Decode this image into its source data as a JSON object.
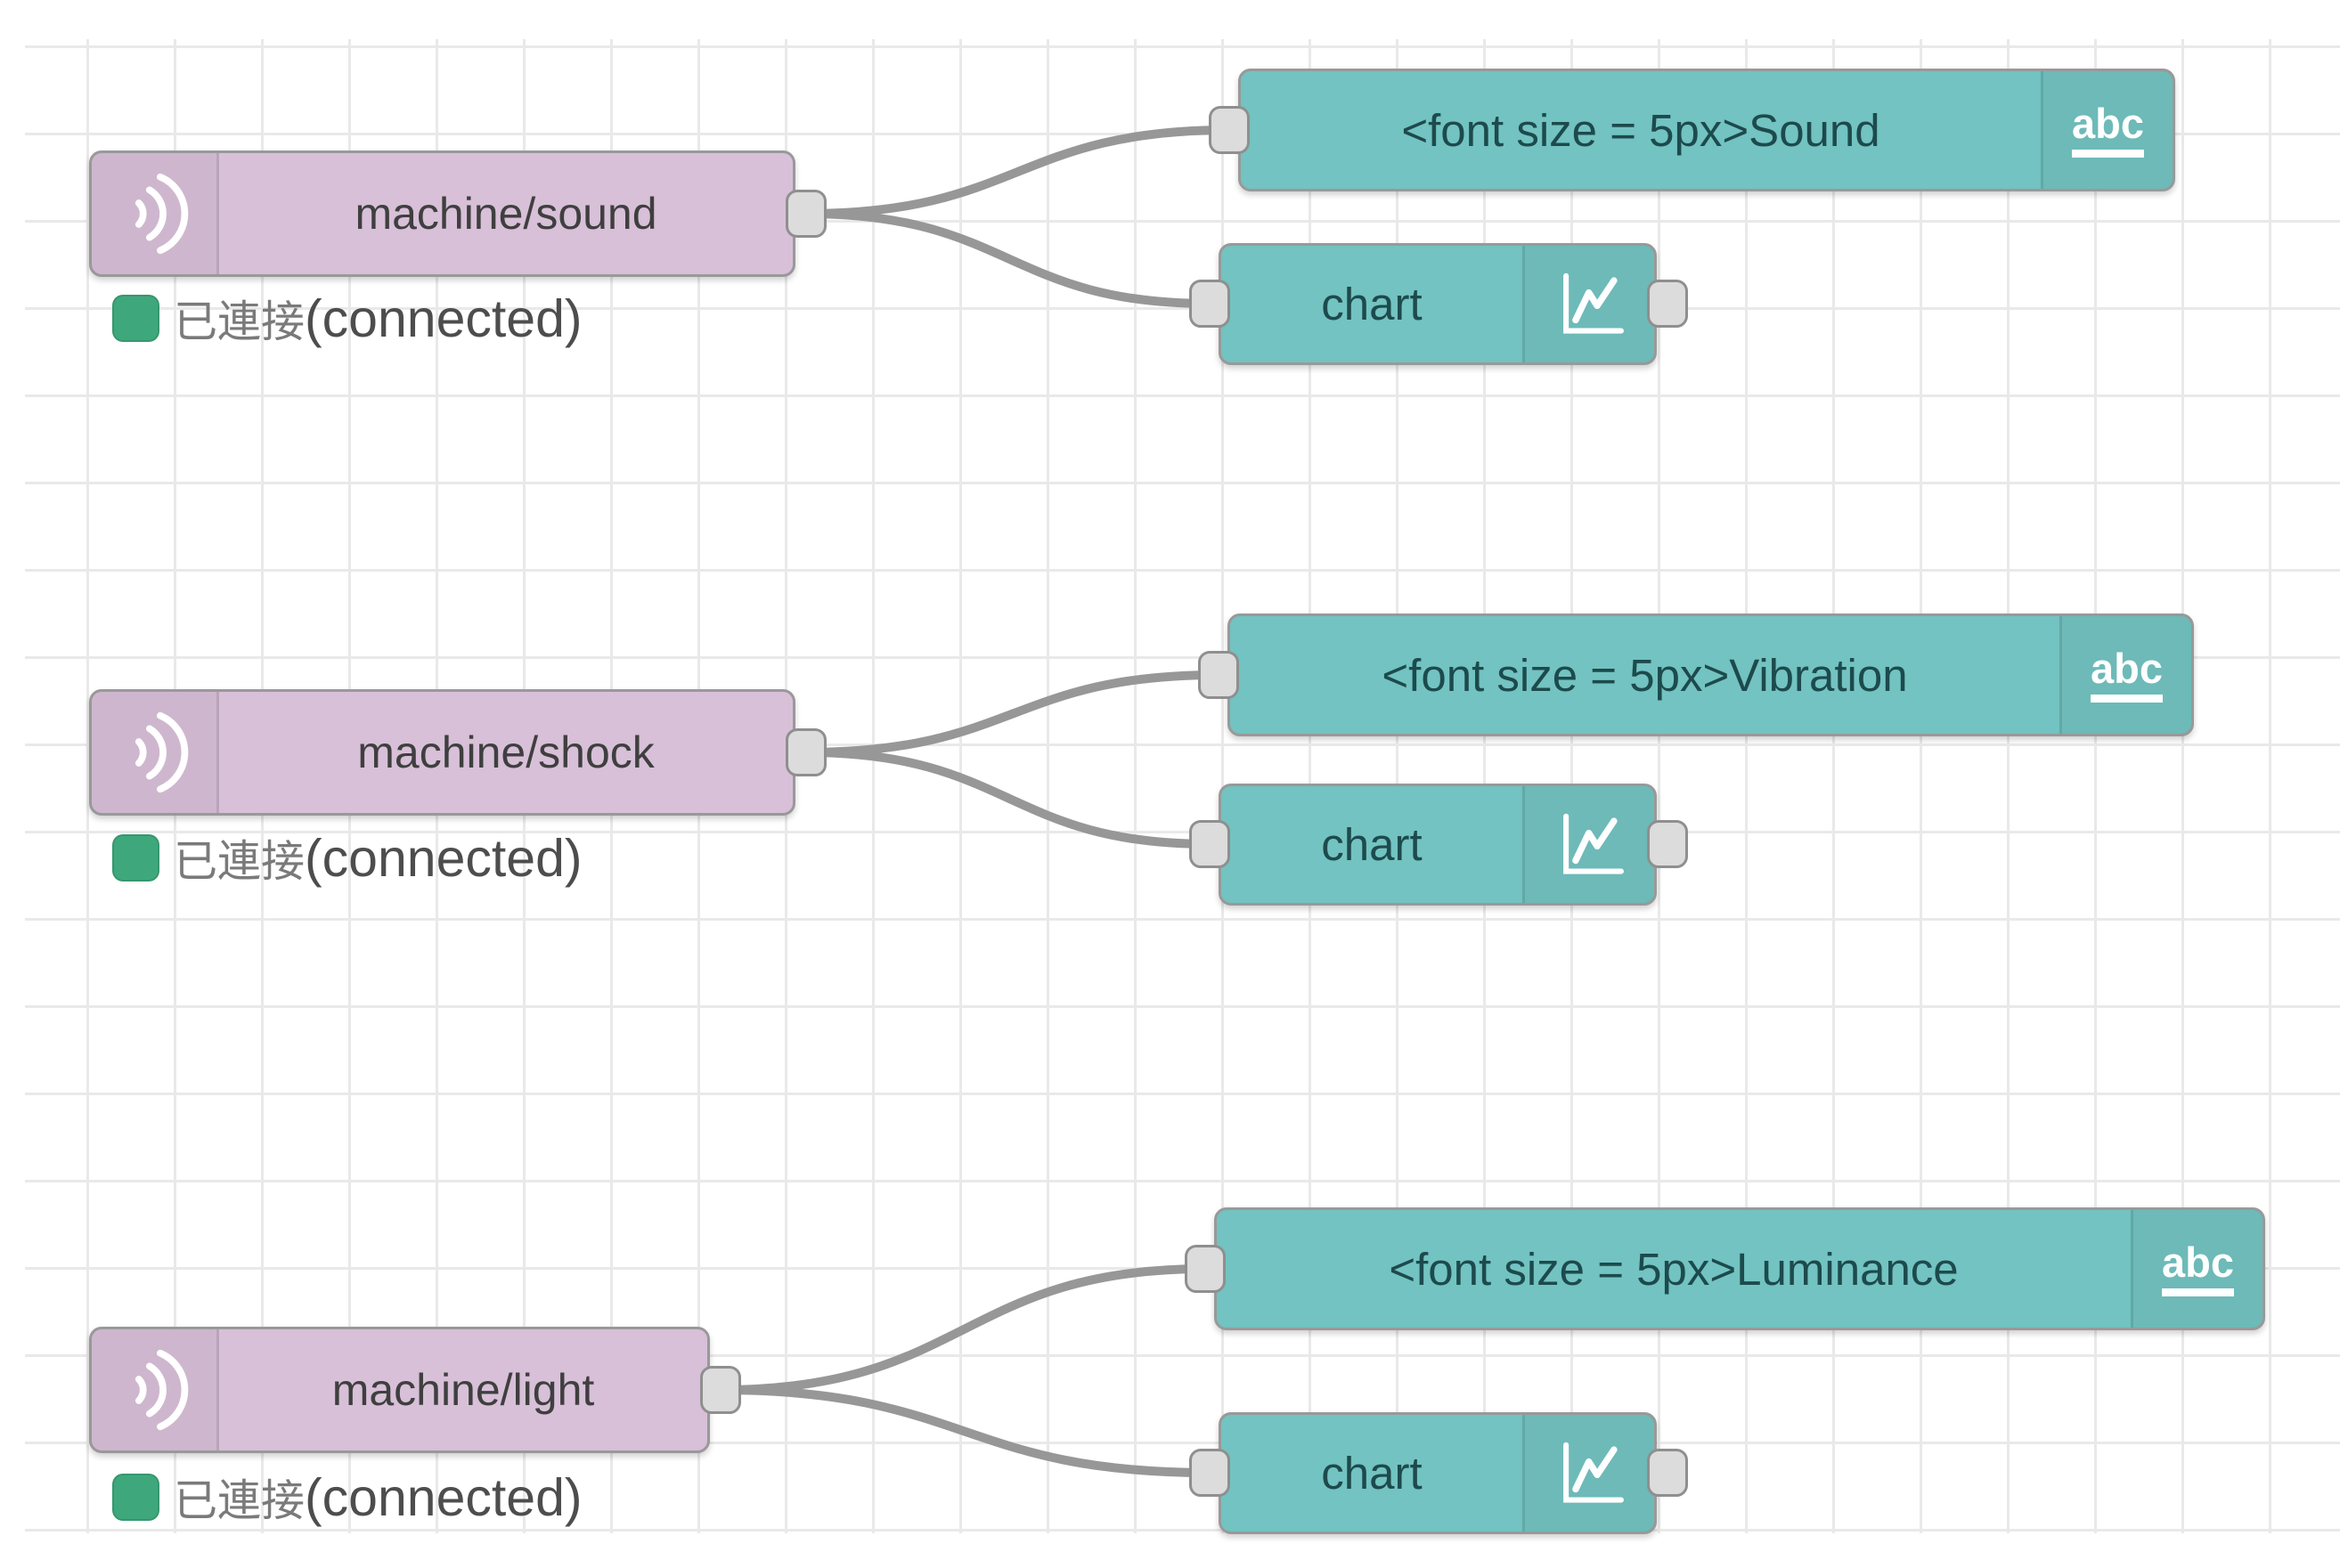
{
  "canvas": {
    "editor": "Node-RED flow editor",
    "colors": {
      "mqtt_fill": "#d8c0d8",
      "widget_fill": "#72c3c1",
      "node_border": "#999999",
      "wire": "#979797",
      "port_fill": "#dcdcdc",
      "port_border": "#8f8f8f",
      "status_green": "#3ea87c",
      "grid_line": "#e9e9e9",
      "canvas_bg": "#ffffff"
    }
  },
  "icons": {
    "mqtt": "signal-waves-icon",
    "text_widget": "abc-icon",
    "chart_widget": "line-chart-icon"
  },
  "groups": [
    {
      "mqtt": "machine/sound",
      "status_zh": "已連接",
      "status_en": "(connected)",
      "text": "<font size = 5px>Sound",
      "text_icon": "abc",
      "chart": "chart"
    },
    {
      "mqtt": "machine/shock",
      "status_zh": "已連接",
      "status_en": "(connected)",
      "text": "<font size = 5px>Vibration",
      "text_icon": "abc",
      "chart": "chart"
    },
    {
      "mqtt": "machine/light",
      "status_zh": "已連接",
      "status_en": "(connected)",
      "text": "<font size = 5px>Luminance",
      "text_icon": "abc",
      "chart": "chart"
    }
  ]
}
